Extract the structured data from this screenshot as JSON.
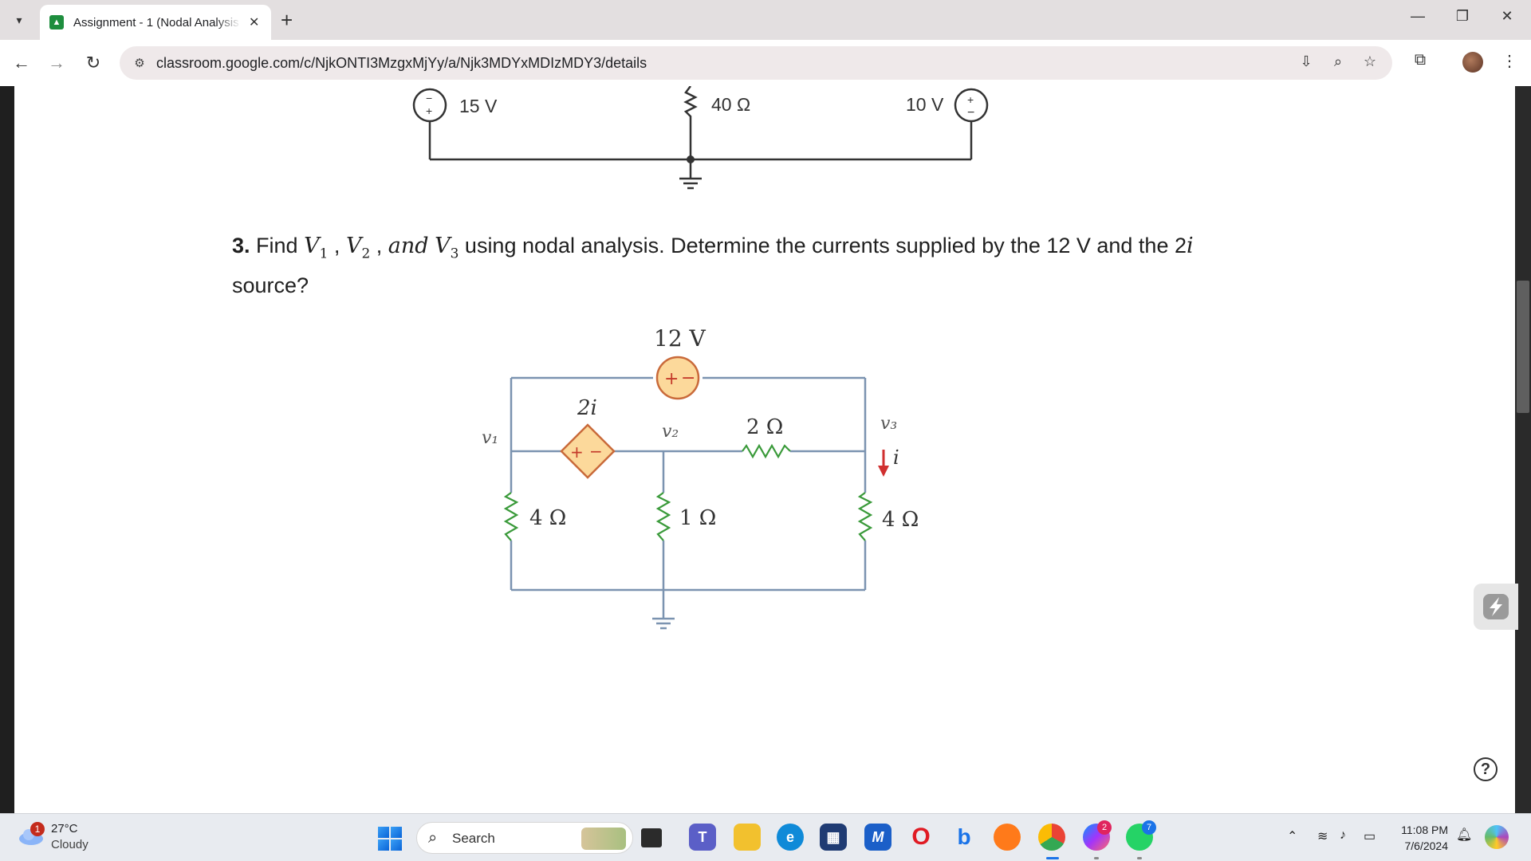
{
  "browser": {
    "tab": {
      "title": "Assignment - 1 (Nodal Analysis"
    },
    "url": "classroom.google.com/c/NjkONTI3MzgxMjYy/a/Njk3MDYxMDIzMDY3/details"
  },
  "question": {
    "number": "3.",
    "text_find": "Find",
    "var1": "V",
    "sub1": "1",
    "var2": "V",
    "sub2": "2",
    "and_word": "and",
    "var3": "V",
    "sub3": "3",
    "text_rest": "using nodal analysis. Determine the currents supplied by the 12 V and the 2",
    "text_i": "i",
    "text_end": "source?"
  },
  "top_circuit": {
    "source_left": "15 V",
    "resistor": "40 Ω",
    "source_right": "10 V"
  },
  "main_circuit": {
    "voltage_source": "12 V",
    "dependent_source": "2i",
    "node1": "v₁",
    "node2": "v₂",
    "node3": "v₃",
    "r_middle": "2 Ω",
    "r_left": "4 Ω",
    "r_center": "1 Ω",
    "r_right": "4 Ω",
    "current": "i"
  },
  "taskbar": {
    "weather": {
      "temp": "27°C",
      "desc": "Cloudy",
      "badge": "1"
    },
    "search": "Search",
    "messenger_badge": "2",
    "whatsapp_badge": "7",
    "time": "11:08 PM",
    "date": "7/6/2024"
  }
}
